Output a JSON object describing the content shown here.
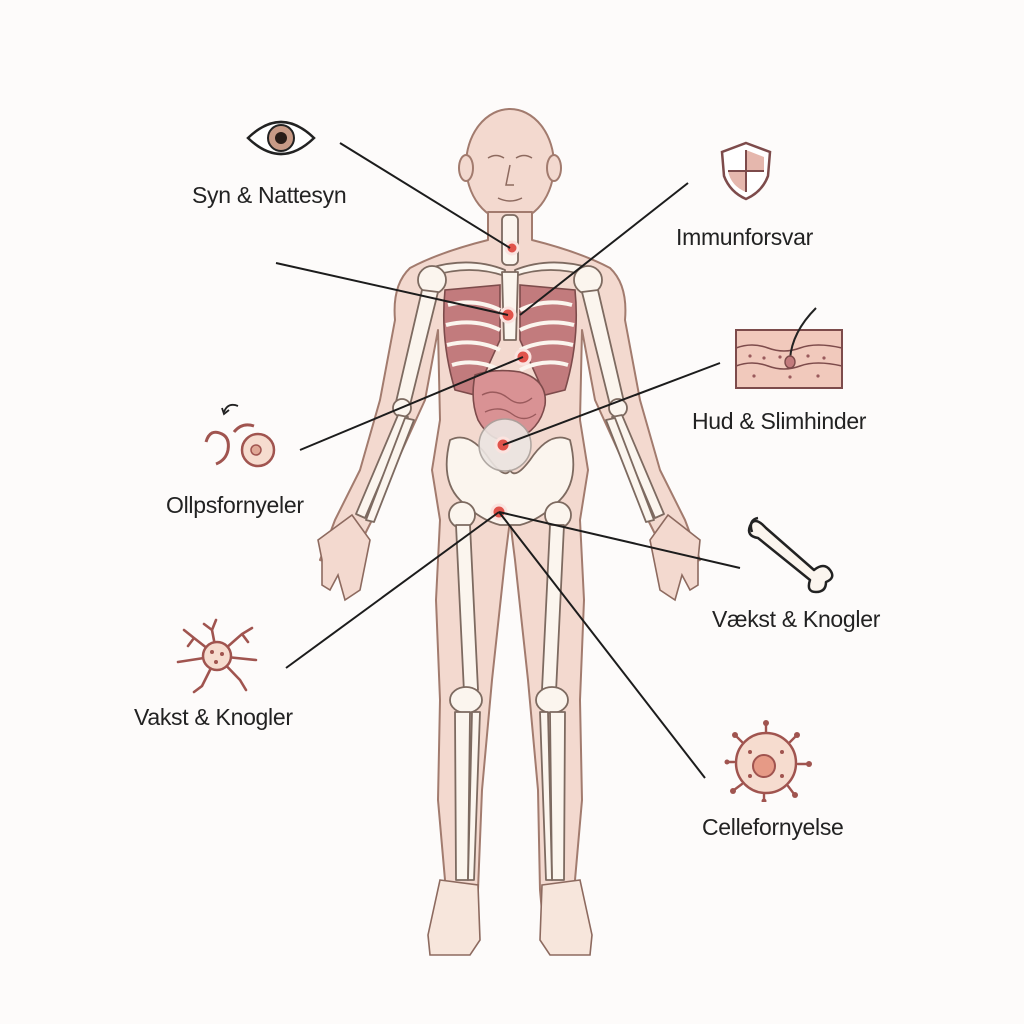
{
  "labels": {
    "vision": "Syn & Nattesyn",
    "immune": "Immunforsvar",
    "skin": "Hud & Slimhinder",
    "cell_left": "Ollpsfornyeler",
    "growth_right": "Vækst & Knogler",
    "growth_left": "Vakst & Knogler",
    "cell_renewal": "Cellefornyelse"
  },
  "icons": {
    "vision": "eye-icon",
    "immune": "shield-icon",
    "skin": "skin-layer-icon",
    "cell_left": "cell-cycle-icon",
    "growth_right": "bone-icon",
    "growth_left": "neuron-icon",
    "cell_renewal": "cell-icon"
  },
  "colors": {
    "skin": "#f3d7cc",
    "bone": "#fbf5ee",
    "organ": "#c9787a",
    "marker": "#e0534b",
    "line": "#1c1c1c"
  }
}
